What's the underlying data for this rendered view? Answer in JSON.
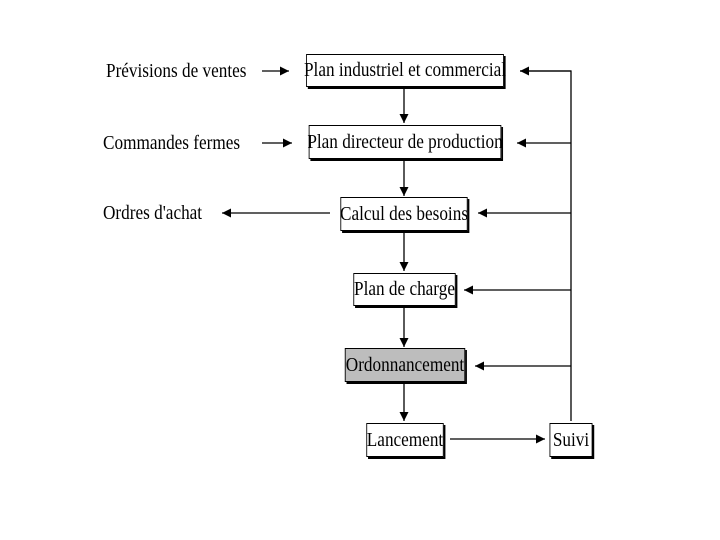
{
  "diagram": {
    "boxes": {
      "pic": "Plan industriel et commercial",
      "pdp": "Plan directeur de production",
      "cdb": "Calcul des besoins",
      "pdc": "Plan de charge",
      "ord": "Ordonnancement",
      "lan": "Lancement",
      "sui": "Suivi"
    },
    "inputs": {
      "previsions": "Prévisions de ventes",
      "commandes": "Commandes fermes"
    },
    "outputs": {
      "ordres_achat": "Ordres d'achat"
    },
    "colors": {
      "line": "#000000",
      "box_fill": "#ffffff",
      "highlight_fill": "#bdbdbd"
    }
  }
}
